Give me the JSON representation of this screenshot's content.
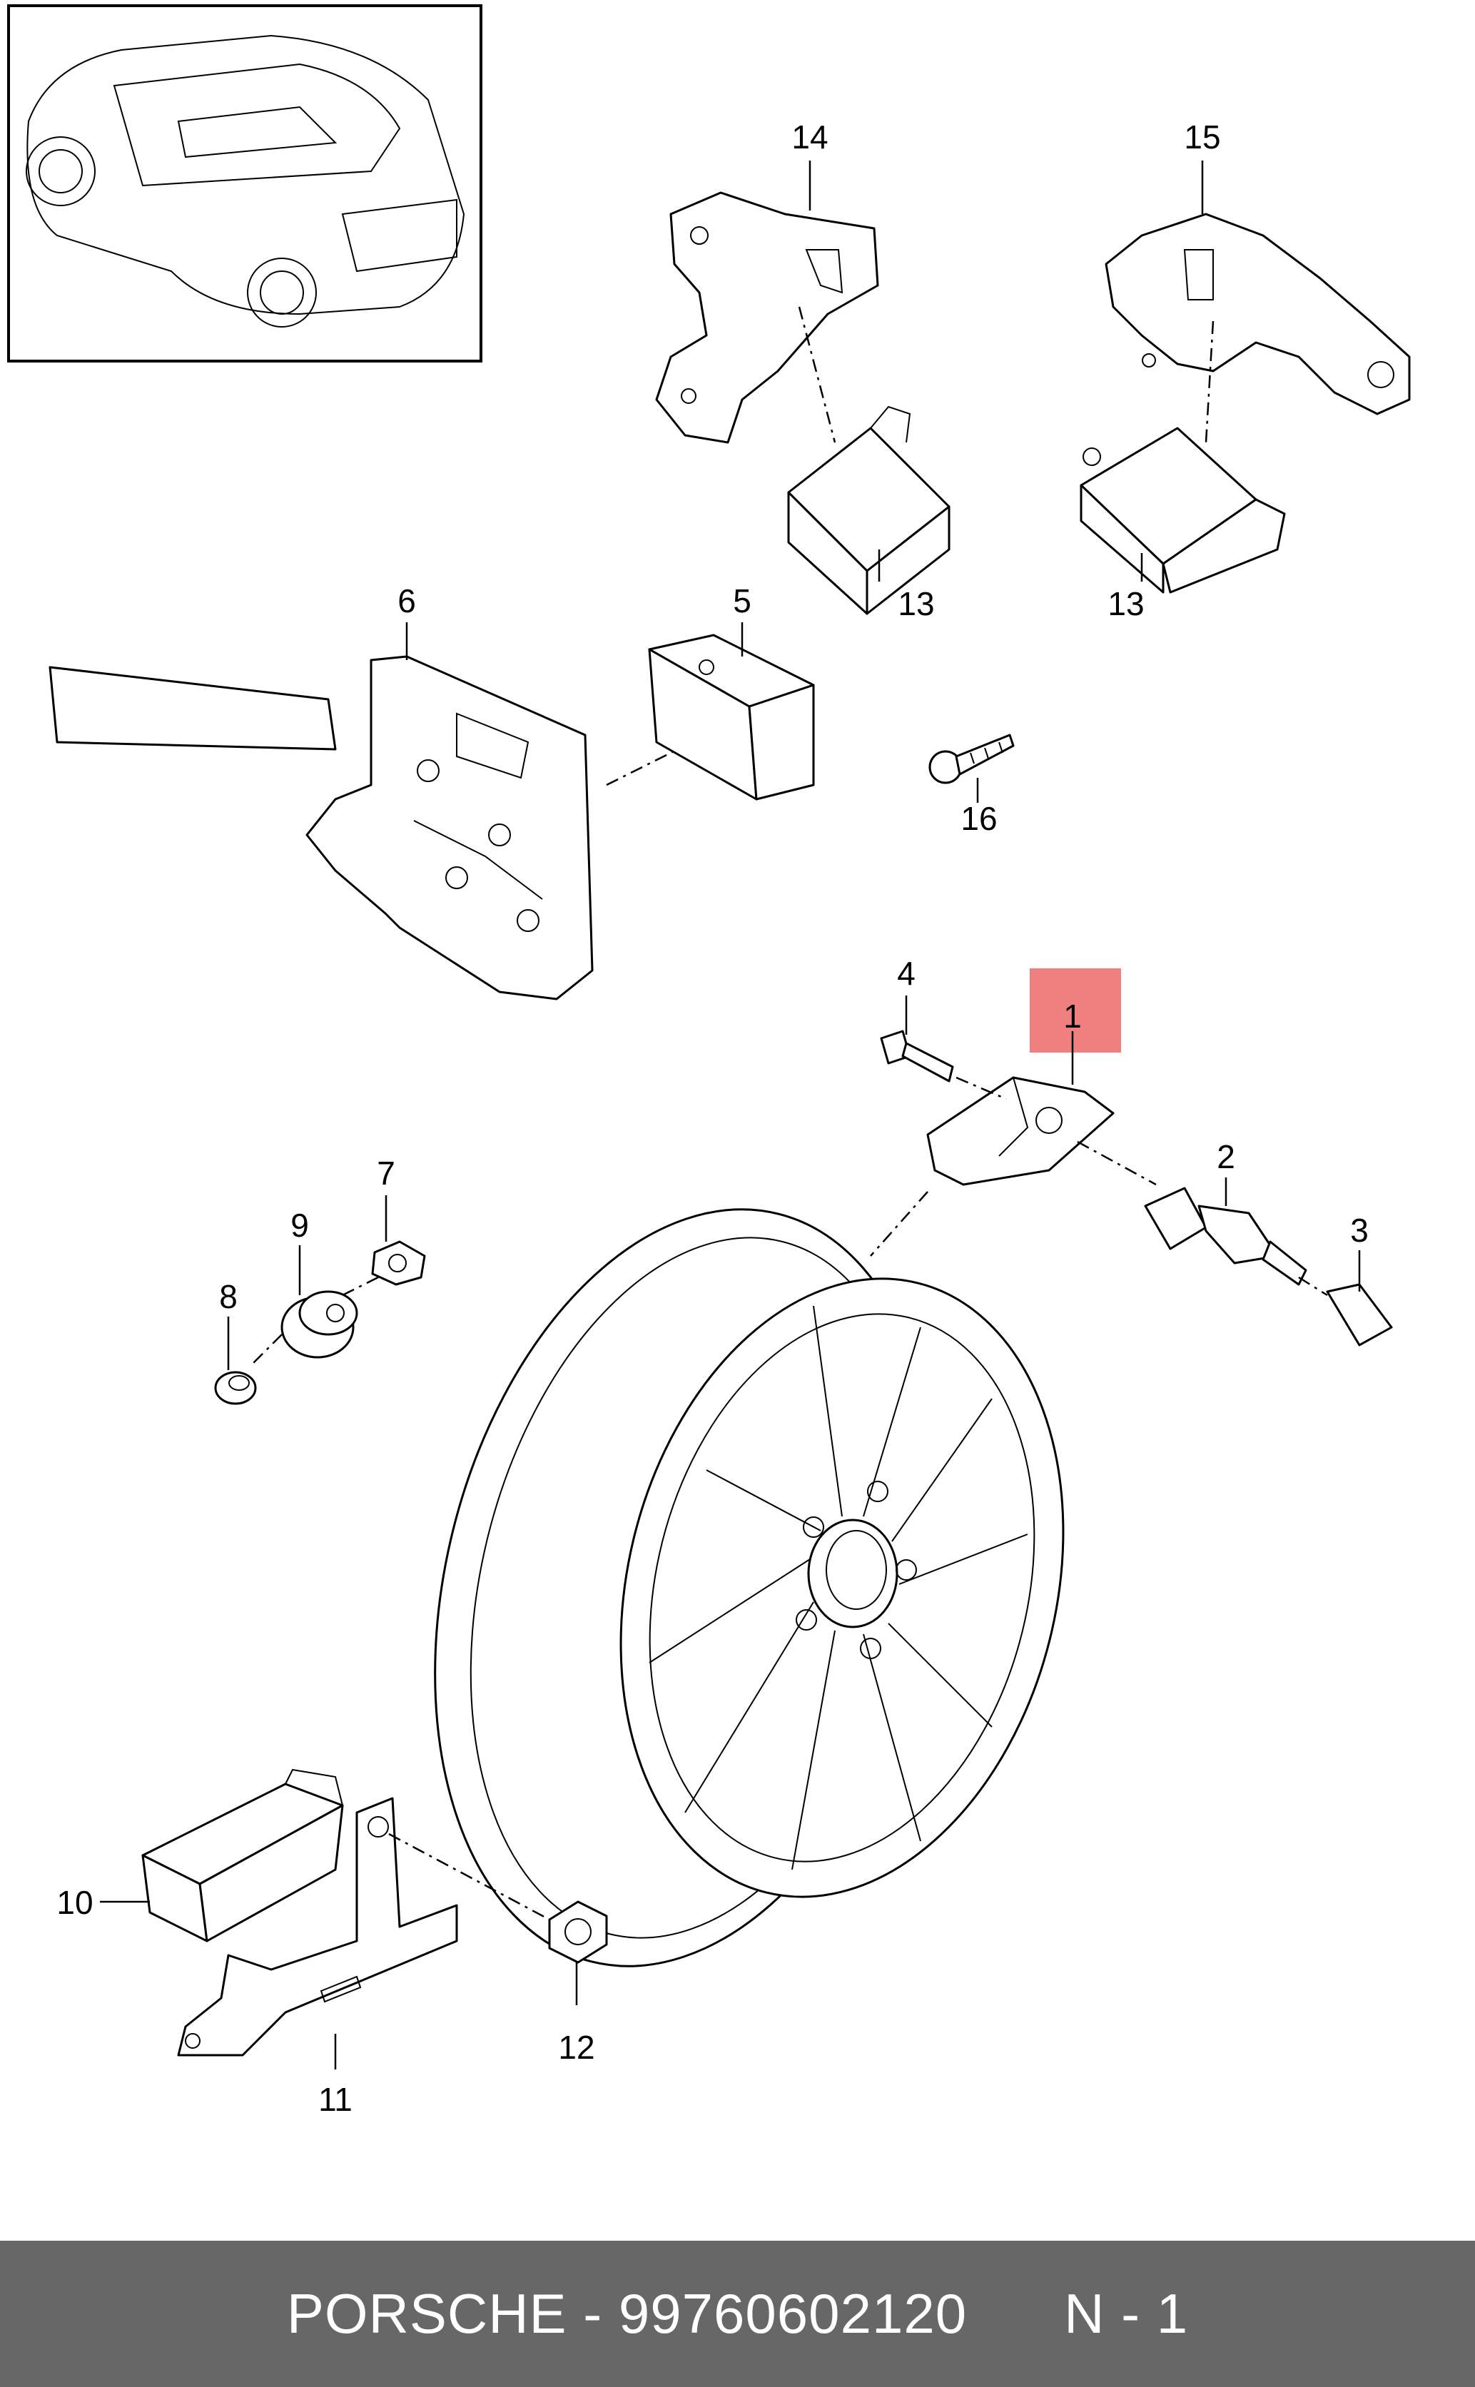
{
  "callouts": {
    "c1": "1",
    "c2": "2",
    "c3": "3",
    "c4": "4",
    "c5": "5",
    "c6": "6",
    "c7": "7",
    "c8": "8",
    "c9": "9",
    "c10": "10",
    "c11": "11",
    "c12": "12",
    "c13a": "13",
    "c13b": "13",
    "c14": "14",
    "c15": "15",
    "c16": "16"
  },
  "highlight_color": "#f08080",
  "footer": {
    "brand": "PORSCHE",
    "separator": " - ",
    "part_number": "99760602120",
    "suffix": "N - 1"
  }
}
